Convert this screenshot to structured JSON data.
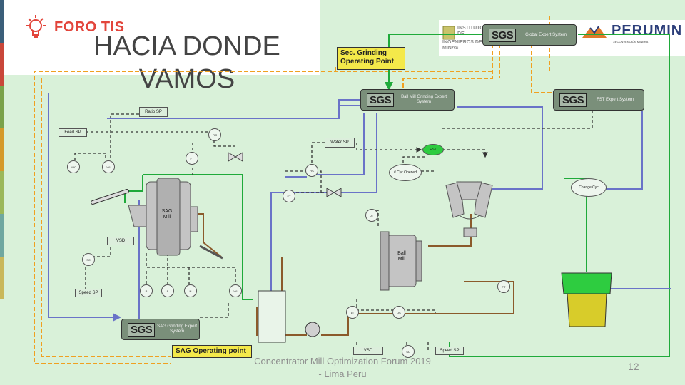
{
  "header": {
    "logo_text": "FORO TIS",
    "title_line1": "HACIA DONDE",
    "title_line2": "VAMOS"
  },
  "partner_logos": {
    "institute_text": "INSTITUTO DE INGENIEROS DE MINAS",
    "perumin_text": "PERUMIN",
    "perumin_sub": "34 CONVENCIÓN MINERA"
  },
  "diagram": {
    "global_expert": "Global Expert System",
    "sec_grinding": "Sec. Grinding Operating Point",
    "ball_mill_expert": "Ball Mill Grinding Expert System",
    "fst_expert": "FST Expert System",
    "sag_expert": "SAG Grinding Expert System",
    "sag_operating": "SAG Operating point",
    "sgs": "SGS",
    "ratio_sp": "Ratio SP",
    "feed_sp": "Feed SP",
    "water_sp": "Water SP",
    "fst": "FST",
    "n_cyc_opened": "# Cyc Opened",
    "change_cyc": "Change Cyc",
    "sag_mill": "SAG Mill",
    "ball_mill": "Ball Mill",
    "vsd": "VSD",
    "speed_sp": "Speed SP",
    "sc": "SC",
    "ft": "FT",
    "fic": "FIC",
    "wic": "WIC",
    "wi": "WI",
    "jt": "JT",
    "lt": "LT",
    "lic": "LIC",
    "p": "P",
    "s": "S",
    "n": "N"
  },
  "footer": {
    "title_line1": "Concentrator Mill Optimization Forum 2019",
    "title_line2": "- Lima Peru",
    "page_number": "12"
  },
  "colors": {
    "background": "#d9f1d9",
    "orange_dashed": "#f0a020",
    "green_line": "#1faa3a",
    "blue_line": "#6a73c8",
    "brown_line": "#8b5a2b",
    "accent_red": "#e2453b"
  }
}
